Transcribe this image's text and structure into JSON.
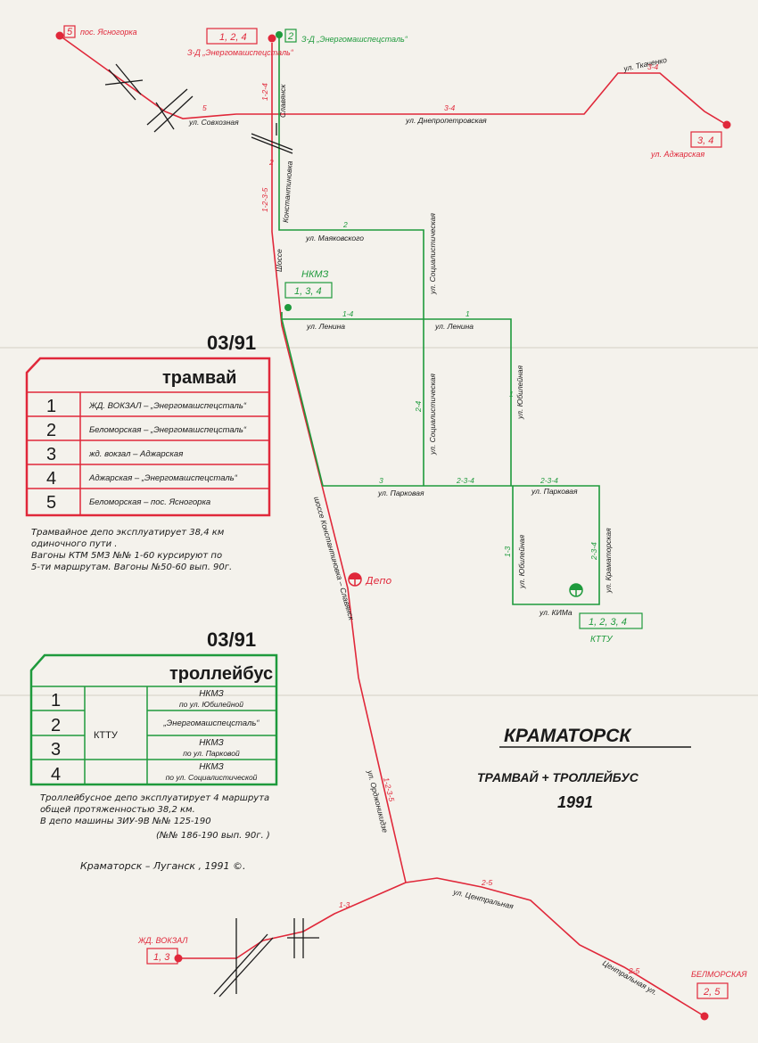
{
  "colors": {
    "tram": "#e0283a",
    "trolley": "#1e9a3c",
    "ink": "#1a1a1a",
    "paper": "#f4f2ec"
  },
  "terminals": {
    "top_left": {
      "name": "пос. Ясногорка",
      "routes": "5"
    },
    "top_tram": {
      "name": "З-Д „Энергомашспецсталь“",
      "routes": "1, 2, 4"
    },
    "top_trolley": {
      "name": "З-Д „Энергомашспецсталь“",
      "routes": "2"
    },
    "right": {
      "name": "ул. Аджарская",
      "routes": "3, 4"
    },
    "nkmz": {
      "name": "НКМЗ",
      "routes": "1, 3, 4"
    },
    "kttu": {
      "name": "КТТУ",
      "routes": "1, 2, 3, 4"
    },
    "station": {
      "name": "ЖД. ВОКЗАЛ",
      "routes": "1, 3"
    },
    "belmorskaya": {
      "name": "БЕЛМОРСКАЯ",
      "routes": "2, 5"
    },
    "depot": "Депо"
  },
  "streets": {
    "sovkhoznaya": "ул. Совхозная",
    "dnepropetrovskaya": "ул. Днепропетровская",
    "tkachenko": "ул. Ткаченко",
    "slavyansk": "Славянск",
    "konst": "Константиновка",
    "shosse": "Шоссе",
    "mayakovskogo": "ул. Маяковского",
    "socialist": "ул. Социалистическая",
    "lenina_w": "ул. Ленина",
    "lenina_e": "ул. Ленина",
    "yubileynaya_n": "ул. Юбилейная",
    "yubileynaya_s": "ул. Юбилейная",
    "parkovaya_w": "ул. Парковая",
    "parkovaya_e": "ул. Парковая",
    "kramatorskaya": "ул. Краматорская",
    "kima": "ул. КИМа",
    "shosse_long": "шоссе Константиновка – Славянск",
    "ordzhonikidze": "ул. Орджоникидзе",
    "centralnaya": "ул. Центральная",
    "centralnaya_2": "Центральная ул."
  },
  "route_marks": {
    "r5": "5",
    "r34": "3-4",
    "r34b": "3-4",
    "r124": "1-2-4",
    "r12345": "1-2-3-5",
    "r2": "2",
    "r2b": "2",
    "r14": "1-4",
    "r1": "1",
    "r1b": "1",
    "r24": "2-4",
    "r3": "3",
    "r234": "2-3-4",
    "r234b": "2-3-4",
    "r13": "1-3",
    "r234c": "2-3-4",
    "r12325": "1-2-3-5",
    "r25": "2-5",
    "r13b": "1-3",
    "r25b": "2-5"
  },
  "tram_table": {
    "date": "03/91",
    "title": "трамвай",
    "rows": [
      {
        "num": "1",
        "route": "ЖД. ВОКЗАЛ – „Энергомашспецсталь“"
      },
      {
        "num": "2",
        "route": "Беломорская – „Энергомашспецсталь“"
      },
      {
        "num": "3",
        "route": "жд. вокзал – Аджарская"
      },
      {
        "num": "4",
        "route": "Аджарская – „Энергомашспецсталь“"
      },
      {
        "num": "5",
        "route": "Беломорская – пос. Ясногорка"
      }
    ],
    "note_1": "Трамвайное депо эксплуатирует 38,4 км",
    "note_2": "одиночного пути .",
    "note_3": "Вагоны КТМ 5МЗ №№ 1-60 курсируют по",
    "note_4": "5-ти маршрутам. Вагоны №50-60 вып. 90г."
  },
  "trolley_table": {
    "date": "03/91",
    "title": "троллейбус",
    "origin": "КТТУ",
    "rows": [
      {
        "num": "1",
        "line1": "НКМЗ",
        "line2": "по ул. Юбилейной"
      },
      {
        "num": "2",
        "line1": "„Энергомашспецсталь“",
        "line2": ""
      },
      {
        "num": "3",
        "line1": "НКМЗ",
        "line2": "по ул. Парковой"
      },
      {
        "num": "4",
        "line1": "НКМЗ",
        "line2": "по ул. Социалистической"
      }
    ],
    "note_1": "Троллейбусное депо эксплуатирует 4 маршрута",
    "note_2": "общей протяженностью 38,2 км.",
    "note_3": "В депо машины ЗИУ-9В №№ 125-190",
    "note_4": "(№№ 186-190 вып. 90г. )"
  },
  "credit": "Краматорск – Луганск , 1991 ©.",
  "title": {
    "city": "КРАМАТОРСК",
    "subtitle": "ТРАМВАЙ + ТРОЛЛЕЙБУС",
    "year": "1991"
  }
}
